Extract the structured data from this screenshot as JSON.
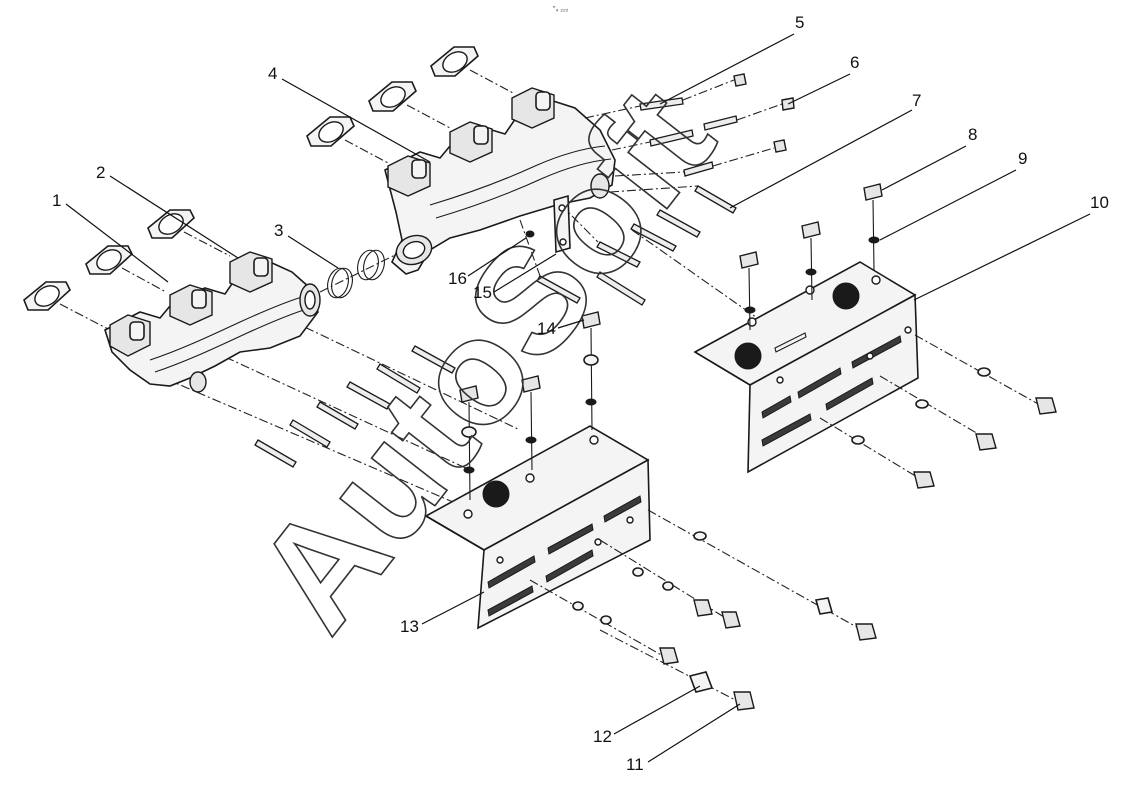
{
  "header_mark": "\"₄ ₂₂₂",
  "watermark": "AutoSoft",
  "callouts": [
    {
      "label": "1"
    },
    {
      "label": "2"
    },
    {
      "label": "3"
    },
    {
      "label": "4"
    },
    {
      "label": "5"
    },
    {
      "label": "6"
    },
    {
      "label": "7"
    },
    {
      "label": "8"
    },
    {
      "label": "9"
    },
    {
      "label": "10"
    },
    {
      "label": "11"
    },
    {
      "label": "12"
    },
    {
      "label": "13"
    },
    {
      "label": "14"
    },
    {
      "label": "15"
    },
    {
      "label": "16"
    }
  ]
}
